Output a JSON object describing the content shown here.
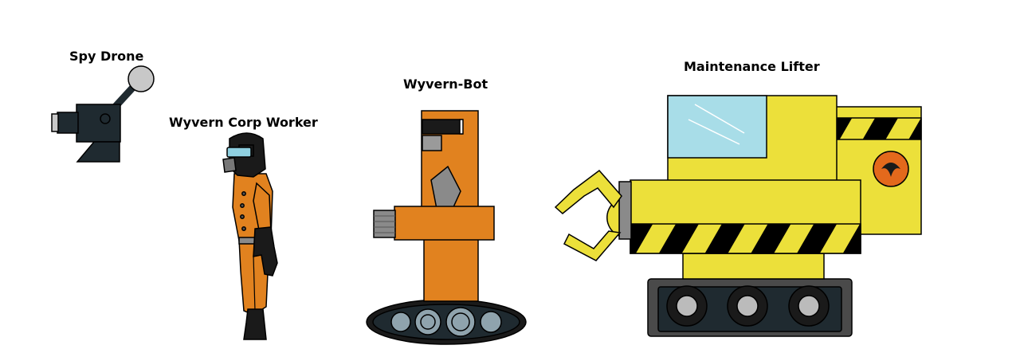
{
  "characters": {
    "drone": {
      "name": "Spy Drone"
    },
    "worker": {
      "name": "Wyvern Corp Worker"
    },
    "bot": {
      "name": "Wyvern-Bot"
    },
    "lifter": {
      "name": "Maintenance Lifter"
    }
  },
  "colors": {
    "drone_body": "#1f2a30",
    "drone_lens": "#c8c8c8",
    "suit_orange": "#e1821f",
    "suit_dark": "#1a1a1a",
    "visor": "#8fd0e0",
    "bot_orange": "#e1821f",
    "tread_dark": "#1f2a30",
    "wheel_gray": "#8fa3ad",
    "lifter_yellow": "#ece03a",
    "window_blue": "#a8dde8",
    "hazard_black": "#000000",
    "track_gray": "#4a4a4a",
    "logo_orange": "#e3691c"
  }
}
